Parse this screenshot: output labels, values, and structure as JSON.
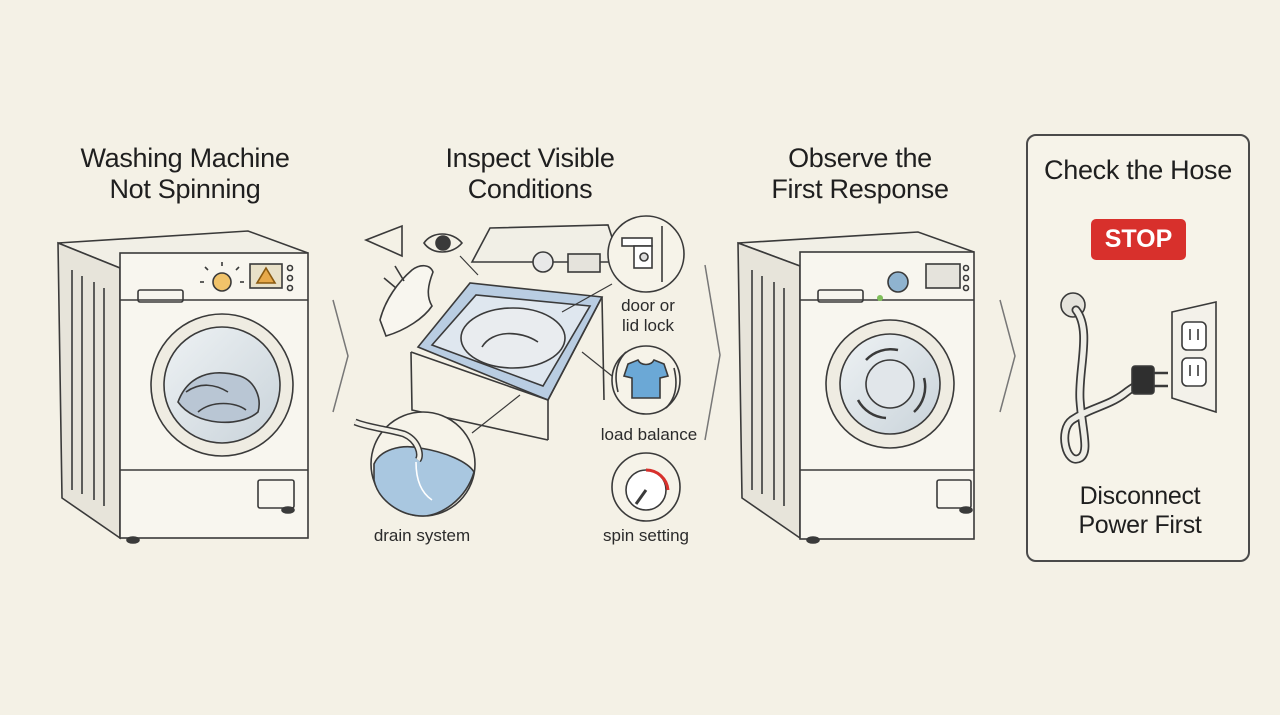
{
  "steps": [
    {
      "title_line1": "Washing Machine",
      "title_line2": "Not Spinning"
    },
    {
      "title_line1": "Inspect Visible",
      "title_line2": "Conditions"
    },
    {
      "title_line1": "Observe the",
      "title_line2": "First Response"
    },
    {
      "title": "Check the Hose",
      "badge": "STOP",
      "note_line1": "Disconnect",
      "note_line2": "Power First"
    }
  ],
  "inspect_items": {
    "door_line1": "door or",
    "door_line2": "lid lock",
    "load": "load balance",
    "spin": "spin setting",
    "drain": "drain system"
  },
  "colors": {
    "background": "#f4f1e6",
    "stop_badge": "#d8302c",
    "accent_blue": "#9dbad8",
    "warning_amber": "#e7a94a"
  }
}
